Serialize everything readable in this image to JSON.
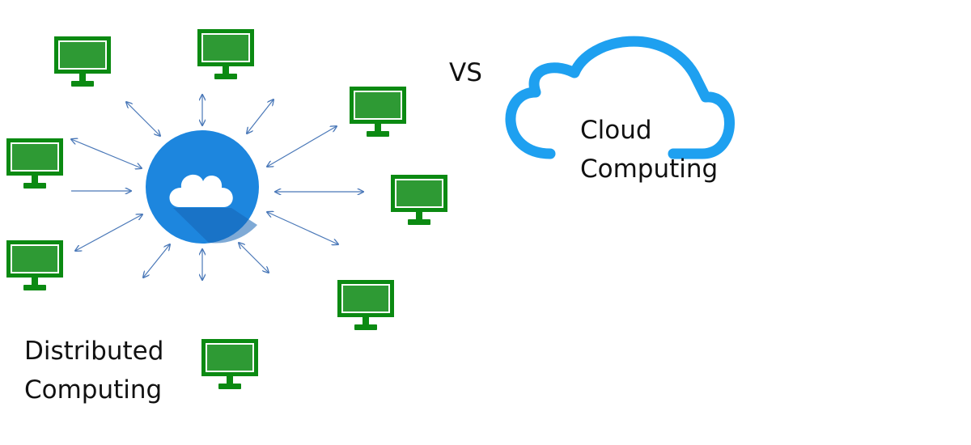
{
  "diagram": {
    "vs_text": "VS",
    "distributed_label_line1": "Distributed",
    "distributed_label_line2": "Computing",
    "cloud_label_line1": "Cloud",
    "cloud_label_line2": "Computing"
  },
  "colors": {
    "monitor_green": "#0b8a12",
    "monitor_screen": "#2e9a34",
    "hub_blue": "#1d86de",
    "cloud_outline": "#1ea0f0",
    "arrow": "#4a78b8"
  },
  "icons": {
    "hub": "cloud-hub-icon",
    "computer": "desktop-monitor-icon",
    "big_cloud": "cloud-outline-icon"
  }
}
